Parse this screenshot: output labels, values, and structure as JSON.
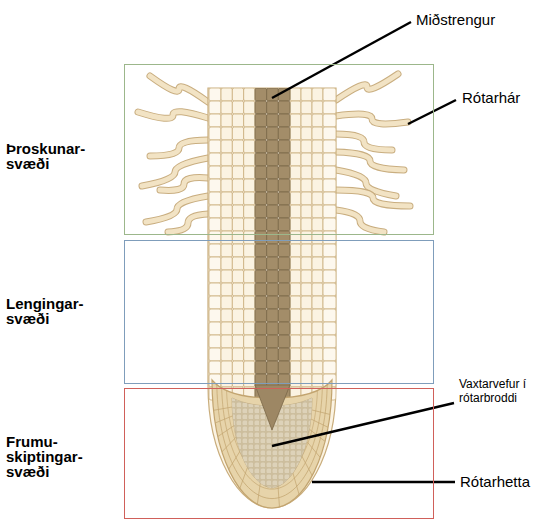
{
  "diagram": {
    "nodes": [
      {
        "text": [
          "Þroskunar- svæði"
        ]
      },
      {
        "text": [
          "Lengingar- svæði"
        ]
      },
      {
        "text": [
          "Frumu- skiptingar- svæði"
        ]
      }
    ],
    "labels": [
      "Miðstrengur",
      "Rótarhár",
      "Vaxtarvefur í rótarbroddi",
      "Rótarhetta"
    ]
  }
}
